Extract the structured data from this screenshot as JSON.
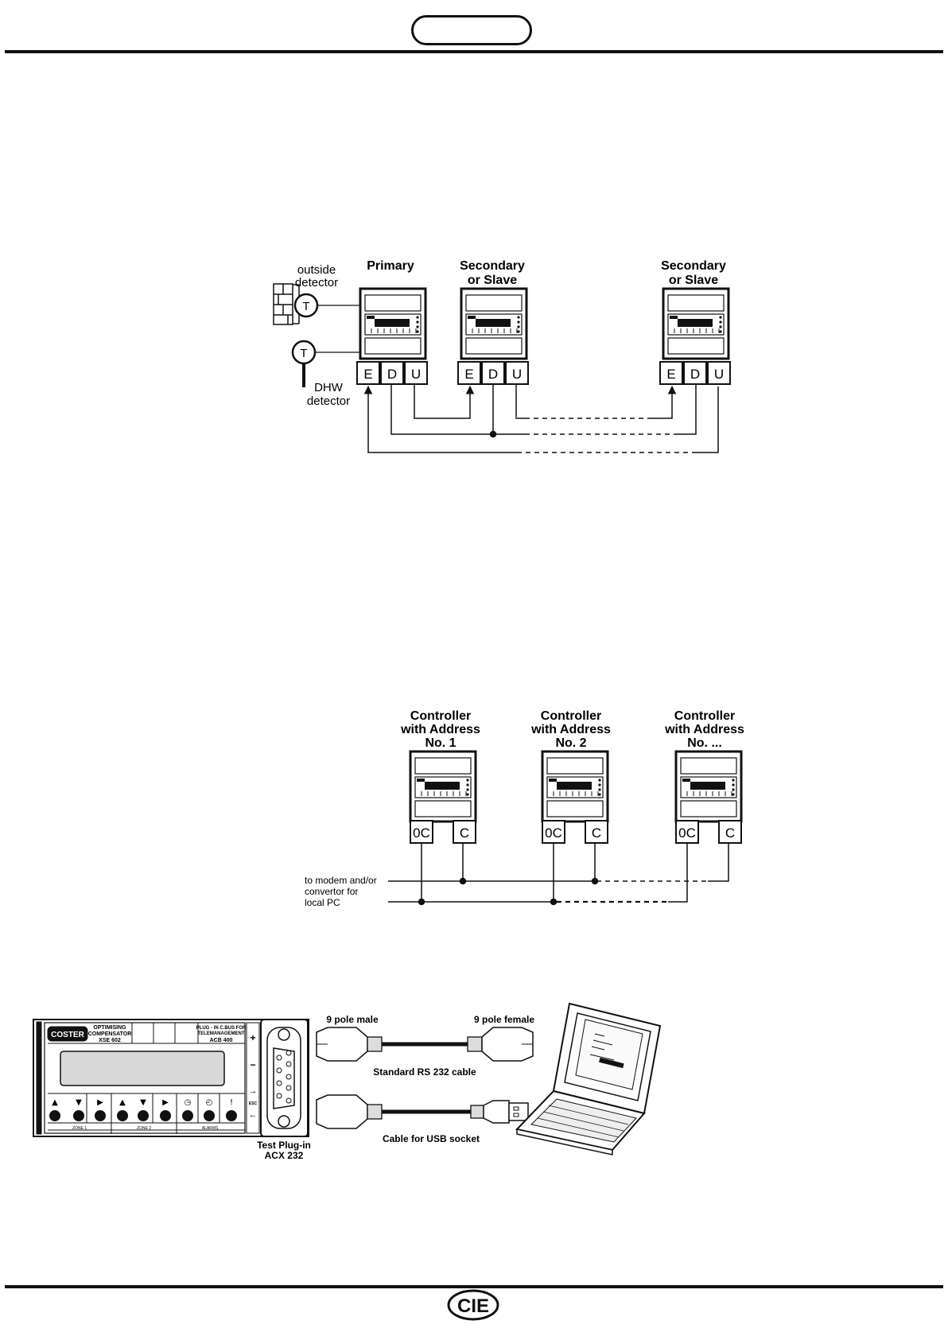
{
  "diagram1": {
    "outside_detector": [
      "outside",
      "detector"
    ],
    "dhw_detector": [
      "DHW",
      "detector"
    ],
    "detector_symbol": "T",
    "primary_title": "Primary",
    "secondary_title": [
      "Secondary",
      "or Slave"
    ],
    "terminals": [
      "E",
      "D",
      "U"
    ]
  },
  "diagram2": {
    "controllers": [
      [
        "Controller",
        "with Address",
        "No. 1"
      ],
      [
        "Controller",
        "with Address",
        "No. 2"
      ],
      [
        "Controller",
        "with Address",
        "No. ..."
      ]
    ],
    "terminals": [
      "0C",
      "C"
    ],
    "bus_label": [
      "to modem and/or",
      "convertor for",
      "local PC"
    ]
  },
  "diagram3": {
    "brand": "COSTER",
    "device_title": [
      "OPTIMISING",
      "COMPENSATOR",
      "XSE 602"
    ],
    "plugin_title": [
      "PLUG - IN C.BUS FOR",
      "TELEMANAGEMENT",
      "ACB 400"
    ],
    "section_labels": [
      "ZONE 1",
      "ZONE 2",
      "ALARMS"
    ],
    "side_keys": [
      "+",
      "−",
      "→",
      "ESC",
      "←"
    ],
    "test_plugin": [
      "Test Plug-in",
      "ACX 232"
    ],
    "male_label": "9 pole male",
    "female_label": "9 pole female",
    "rs232_label": "Standard RS 232 cable",
    "usb_label": "Cable for USB socket"
  },
  "footer": {
    "logo_text": "CIE"
  }
}
